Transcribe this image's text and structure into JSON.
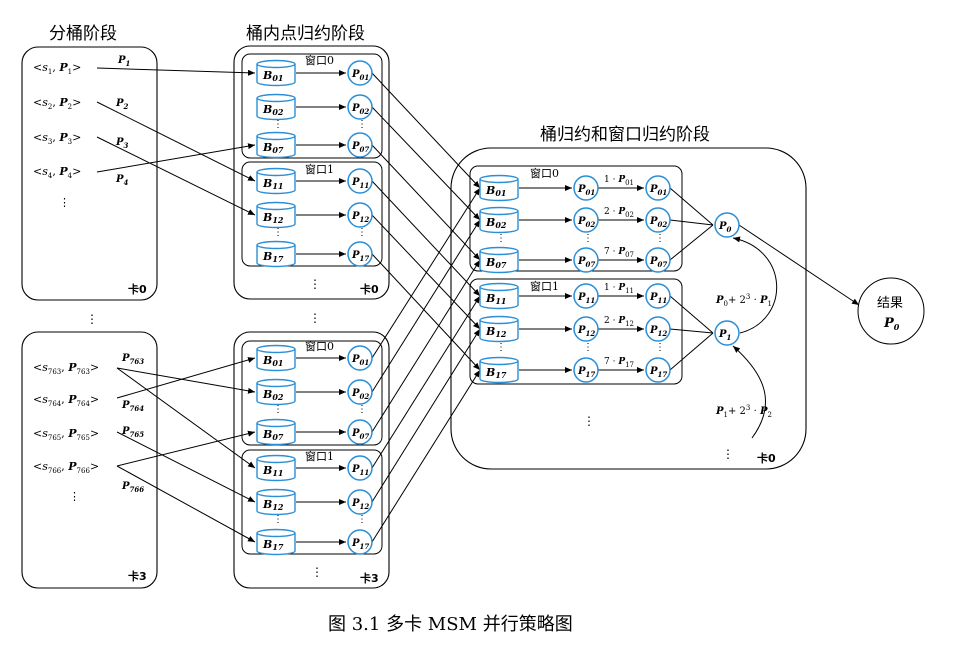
{
  "titles": {
    "bucket_stage": "分桶阶段",
    "intra_bucket_stage": "桶内点归约阶段",
    "bucket_window_stage": "桶归约和窗口归约阶段"
  },
  "caption": "图 3.1    多卡 MSM 并行策略图",
  "cards": {
    "card0": "卡0",
    "card3": "卡3"
  },
  "windows": {
    "w0": "窗口0",
    "w1": "窗口1"
  },
  "ellipsis": "⋮",
  "bucket_items": {
    "card0": [
      {
        "s": "s",
        "sub": "1",
        "P": "P",
        "psub": "1",
        "label": "1"
      },
      {
        "s": "s",
        "sub": "2",
        "P": "P",
        "psub": "2",
        "label": "2"
      },
      {
        "s": "s",
        "sub": "3",
        "P": "P",
        "psub": "3",
        "label": "3"
      },
      {
        "s": "s",
        "sub": "4",
        "P": "P",
        "psub": "4",
        "label": "4"
      }
    ],
    "card3": [
      {
        "s": "s",
        "sub": "763",
        "P": "P",
        "psub": "763",
        "label": "763"
      },
      {
        "s": "s",
        "sub": "764",
        "P": "P",
        "psub": "764",
        "label": "764"
      },
      {
        "s": "s",
        "sub": "765",
        "P": "P",
        "psub": "765",
        "label": "765"
      },
      {
        "s": "s",
        "sub": "766",
        "P": "P",
        "psub": "766",
        "label": "766"
      }
    ]
  },
  "buckets_w0": [
    "01",
    "02",
    "07"
  ],
  "buckets_w1": [
    "11",
    "12",
    "17"
  ],
  "scalar_w0": [
    "1",
    "2",
    "7"
  ],
  "scalar_w1": [
    "1",
    "2",
    "7"
  ],
  "window_results": [
    "0",
    "1"
  ],
  "formula_top": {
    "a": "P",
    "asub": "0",
    "plus": "+ 2",
    "exp": "3",
    "dot": "·",
    "b": "P",
    "bsub": "1"
  },
  "formula_bottom": {
    "a": "P",
    "asub": "1",
    "plus": "+ 2",
    "exp": "3",
    "dot": "·",
    "b": "P",
    "bsub": "2"
  },
  "result": {
    "label": "结果",
    "P": "P",
    "sub": "0"
  }
}
